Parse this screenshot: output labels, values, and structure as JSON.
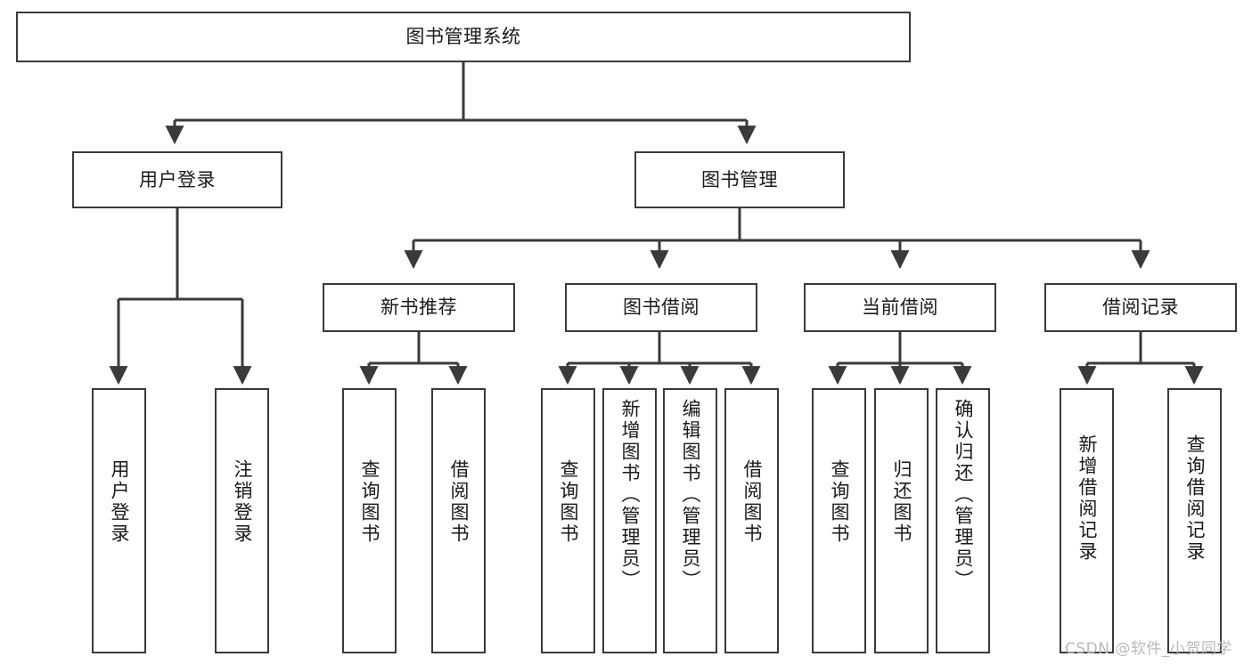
{
  "diagram": {
    "title": "图书管理系统",
    "type": "hierarchy-tree",
    "root": {
      "label": "图书管理系统"
    },
    "level2": [
      {
        "label": "用户登录"
      },
      {
        "label": "图书管理"
      }
    ],
    "level3": [
      {
        "label": "新书推荐"
      },
      {
        "label": "图书借阅"
      },
      {
        "label": "当前借阅"
      },
      {
        "label": "借阅记录"
      }
    ],
    "leaves": {
      "user_login": [
        {
          "label": "用户登录"
        },
        {
          "label": "注销登录"
        }
      ],
      "new_book_recommend": [
        {
          "label": "查询图书"
        },
        {
          "label": "借阅图书"
        }
      ],
      "book_borrow": [
        {
          "label": "查询图书"
        },
        {
          "label": "新增图书（管理员）"
        },
        {
          "label": "编辑图书（管理员）"
        },
        {
          "label": "借阅图书"
        }
      ],
      "current_borrow": [
        {
          "label": "查询图书"
        },
        {
          "label": "归还图书"
        },
        {
          "label": "确认归还（管理员）"
        }
      ],
      "borrow_record": [
        {
          "label": "新增借阅记录"
        },
        {
          "label": "查询借阅记录"
        }
      ]
    }
  },
  "watermark": {
    "text": "CSDN @软件_小贺同学"
  },
  "colors": {
    "stroke": "#3a3a3a",
    "text": "#1a1a1a",
    "background": "#ffffff",
    "watermark": "#b9b9b9"
  }
}
